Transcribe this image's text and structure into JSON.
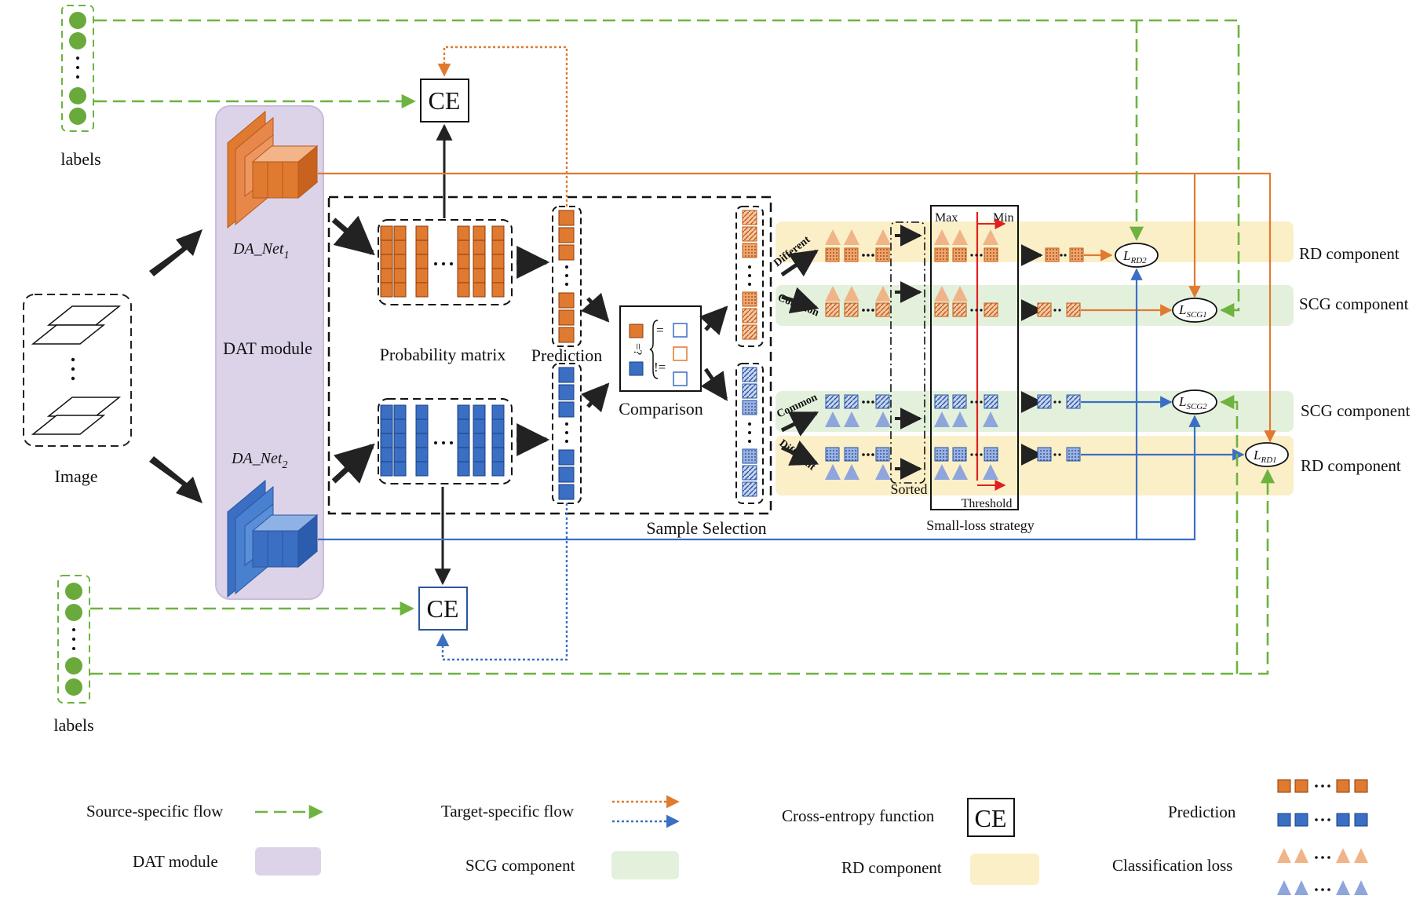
{
  "labels_top": "labels",
  "labels_bottom": "labels",
  "image_label": "Image",
  "dat_module_label": "DAT module",
  "net1_name": "DA_Net",
  "net1_sub": "1",
  "net2_name": "DA_Net",
  "net2_sub": "2",
  "ce_label": "CE",
  "probability_matrix": "Probability matrix",
  "prediction": "Prediction",
  "comparison": "Comparison",
  "comparison_eq": "=",
  "comparison_neq": "!=",
  "comparison_q": "=?",
  "sample_selection": "Sample Selection",
  "different": "Different",
  "common": "Common",
  "sorted": "Sorted",
  "max": "Max",
  "min": "Min",
  "threshold": "Threshold",
  "small_loss": "Small-loss strategy",
  "loss_labels": {
    "rd2": "L",
    "rd2_sub": "RD2",
    "scg1": "L",
    "scg1_sub": "SCG1",
    "scg2": "L",
    "scg2_sub": "SCG2",
    "rd1": "L",
    "rd1_sub": "RD1"
  },
  "bands": {
    "rd_top": "RD component",
    "scg_top": "SCG component",
    "scg_bottom": "SCG component",
    "rd_bottom": "RD component"
  },
  "legend": {
    "source_flow": "Source-specific flow",
    "target_flow": "Target-specific flow",
    "cross_entropy": "Cross-entropy function",
    "ce": "CE",
    "prediction": "Prediction",
    "dat_module": "DAT module",
    "scg_component": "SCG component",
    "rd_component": "RD component",
    "classification_loss": "Classification loss"
  },
  "colors": {
    "orange": "#e07a30",
    "orange_light": "#f0b488",
    "blue": "#3a6fc4",
    "blue_light": "#8fa6dc",
    "green": "#6db33f",
    "green_fill": "#6aaa3c",
    "dat_purple": "#dcd3e9",
    "scg_green": "#e3f1dc",
    "rd_yellow": "#fbefc8",
    "threshold_red": "#e02020"
  }
}
